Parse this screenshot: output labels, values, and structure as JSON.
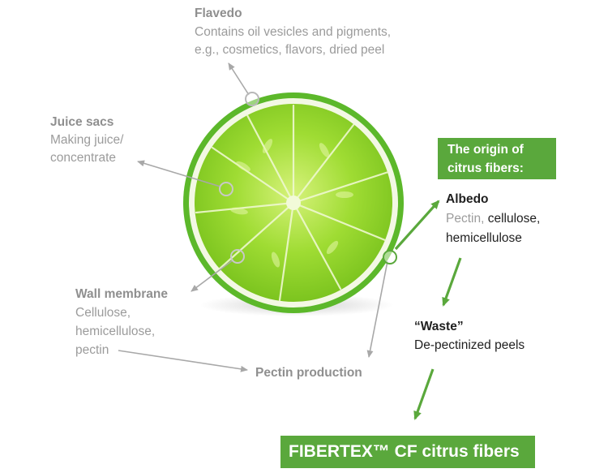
{
  "flavedo": {
    "title": "Flavedo",
    "line1": "Contains oil vesicles and pigments,",
    "line2": "e.g., cosmetics, flavors, dried peel"
  },
  "juice_sacs": {
    "title": "Juice sacs",
    "line1": "Making juice/",
    "line2": "concentrate"
  },
  "wall_membrane": {
    "title": "Wall membrane",
    "line1": "Cellulose,",
    "line2": "hemicellulose,",
    "line3": "pectin"
  },
  "pectin_production": "Pectin production",
  "origin_box": {
    "line1": "The origin of",
    "line2": "citrus fibers:"
  },
  "albedo": {
    "title": "Albedo",
    "pectin": "Pectin,",
    "cellulose": "cellulose,",
    "hemicellulose": "hemicellulose"
  },
  "waste": {
    "title": "“Waste”",
    "description": "De-pectinized peels"
  },
  "product_box": "FIBERTEX™ CF citrus fibers",
  "colors": {
    "lime_flesh": "#8fd42c",
    "lime_rind": "#5cb82a",
    "albedo": "#f3f8e4",
    "accent_green": "#5aa83c",
    "arrow_grey": "#a8a8a8",
    "text_grey": "#9b9b9b"
  }
}
